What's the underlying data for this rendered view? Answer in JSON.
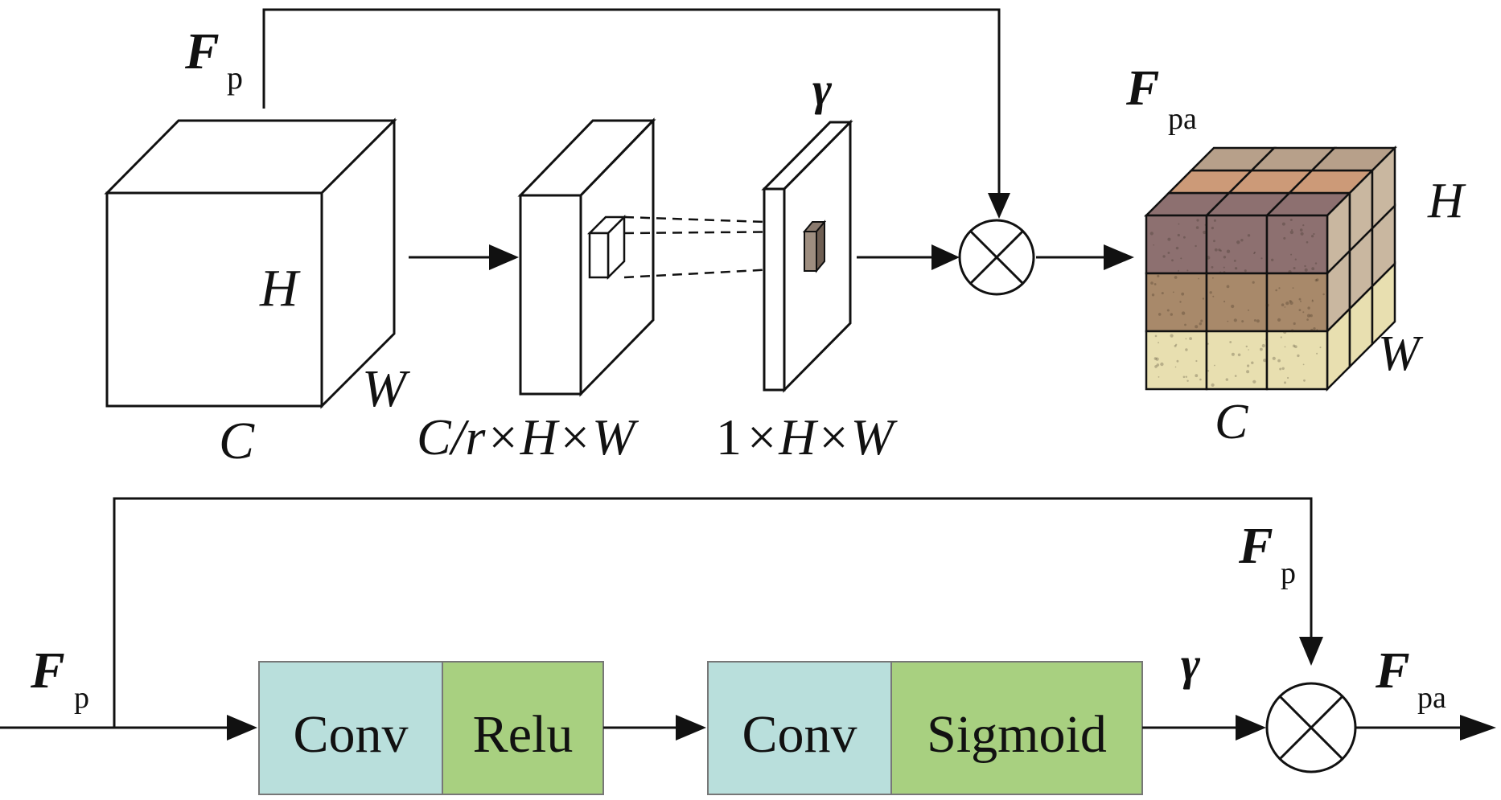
{
  "colors": {
    "conv": "#b9dfdc",
    "act": "#a8d080",
    "stroke": "#111111",
    "tile_top": "#b7a08a",
    "tile_orange": "#cc9a78",
    "tile_purple": "#8d7070",
    "tile_brown": "#a8896a",
    "tile_yellow": "#e8dfb0",
    "tile_side": "#c9b7a0"
  },
  "top": {
    "input_label_main": "F",
    "input_label_sub": "p",
    "cube_H": "H",
    "cube_W": "W",
    "cube_C": "C",
    "mid_dims": "C/r×H×W",
    "gamma": "γ",
    "map_dims": "1×H×W",
    "output_label_main": "F",
    "output_label_sub": "pa",
    "out_H": "H",
    "out_W": "W",
    "out_C": "C"
  },
  "bottom": {
    "input_label_main": "F",
    "input_label_sub": "p",
    "block1": {
      "conv": "Conv",
      "act": "Relu"
    },
    "block2": {
      "conv": "Conv",
      "act": "Sigmoid"
    },
    "gamma": "γ",
    "skip_label_main": "F",
    "skip_label_sub": "p",
    "output_label_main": "F",
    "output_label_sub": "pa"
  },
  "icons": {
    "multiply": "circled-times-icon",
    "arrow": "arrowhead-icon"
  }
}
